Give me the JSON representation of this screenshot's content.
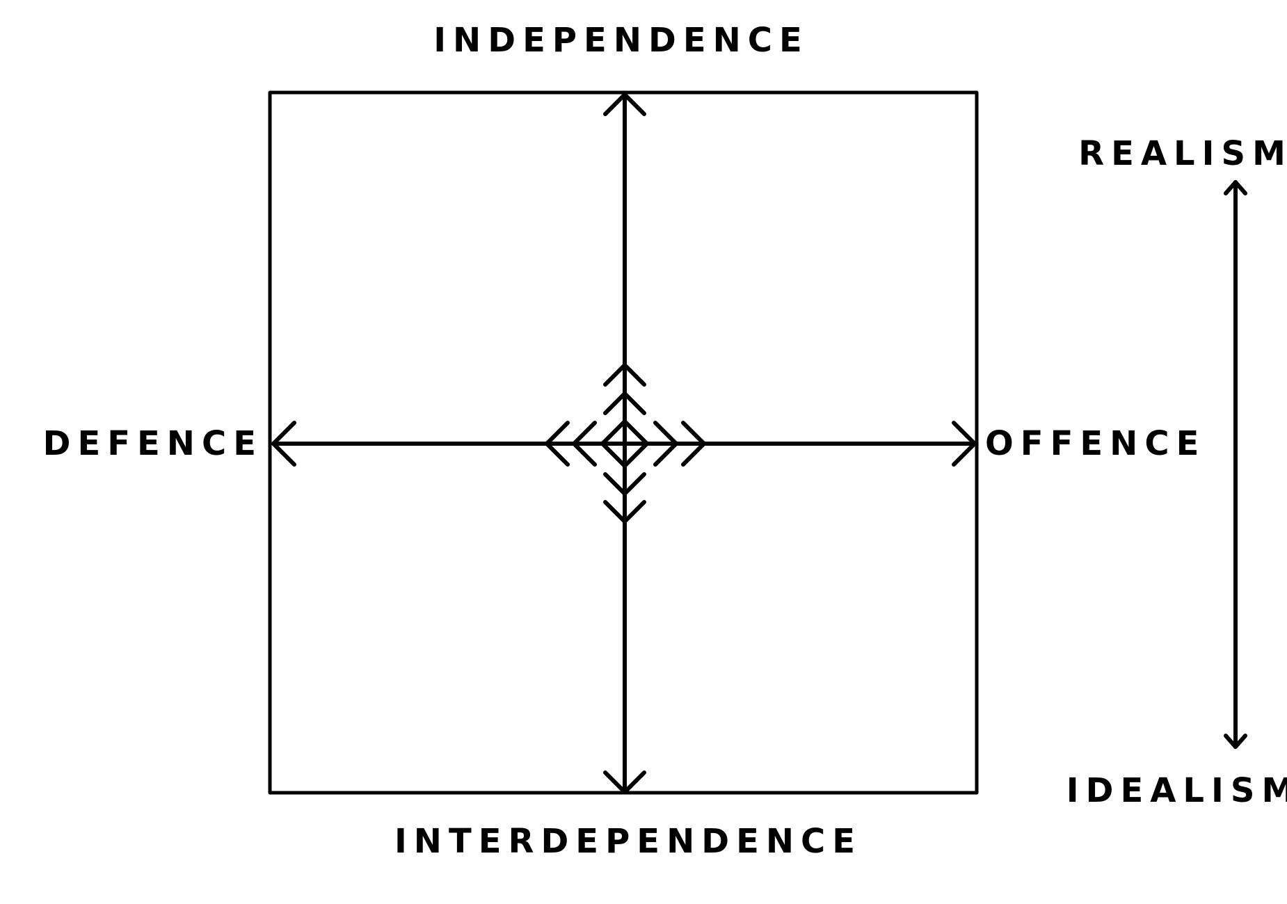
{
  "diagram": {
    "labels": {
      "top": "INDEPENDENCE",
      "bottom": "INTERDEPENDENCE",
      "left": "DEFENCE",
      "right": "OFFENCE",
      "scale_top": "REALISM",
      "scale_bottom": "IDEALISM"
    },
    "colors": {
      "stroke": "#000000",
      "background": "#ffffff"
    }
  }
}
